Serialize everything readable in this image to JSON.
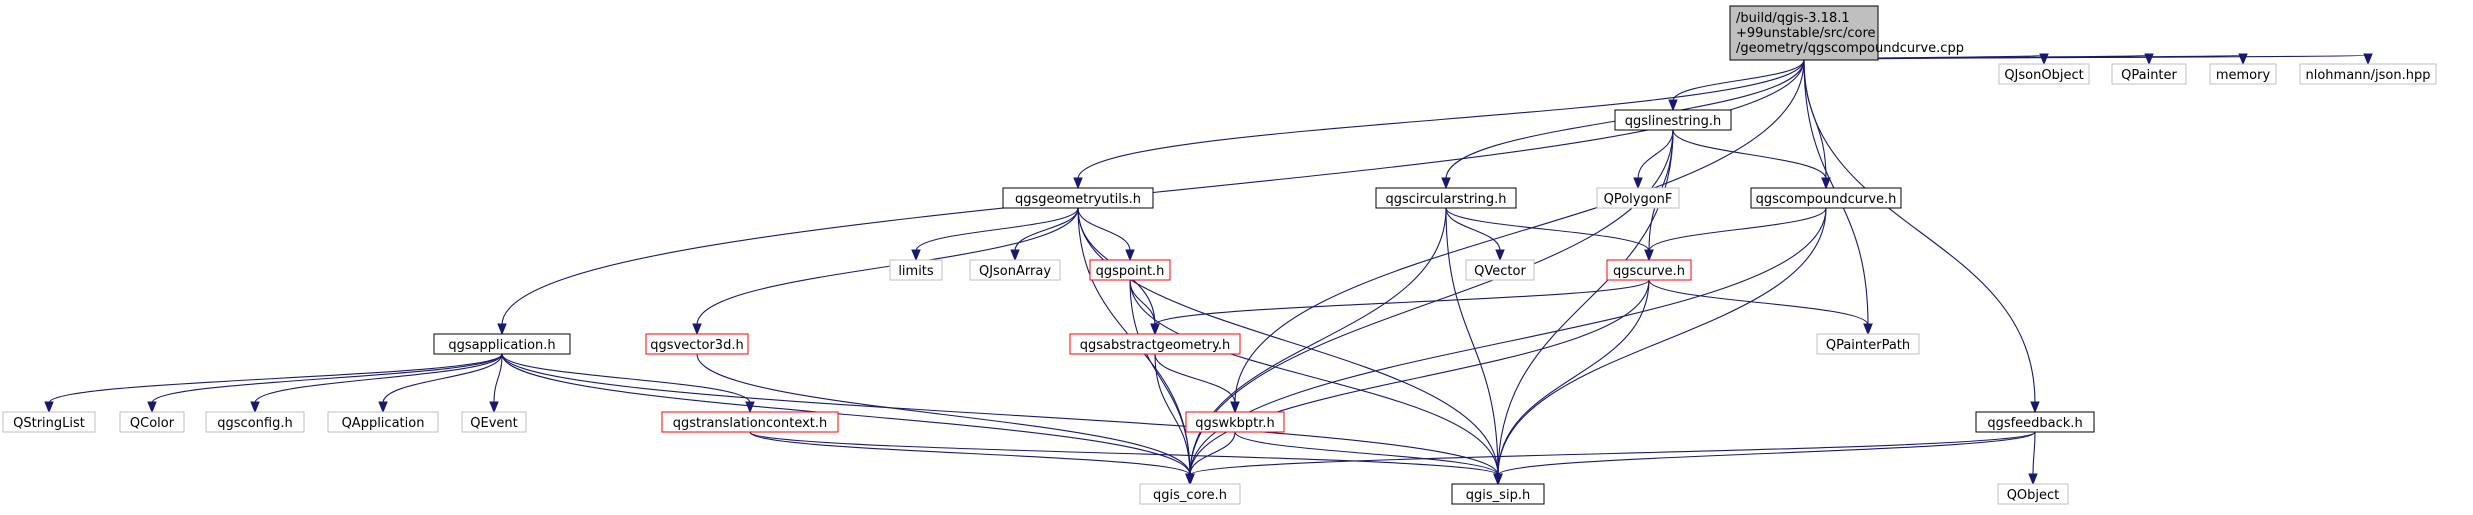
{
  "diagram": {
    "title_lines": [
      "/build/qgis-3.18.1",
      "+99unstable/src/core",
      "/geometry/qgscompoundcurve.cpp"
    ],
    "colors": {
      "edge": "#191970",
      "root_fill": "#bfbfbf",
      "black_border": "#000000",
      "red_border": "#ff0000",
      "gray_border": "#bfbfbf",
      "node_fill": "#ffffff"
    },
    "nodes": [
      {
        "id": "root",
        "label": "",
        "style": "root"
      },
      {
        "id": "qgslinestring",
        "label": "qgslinestring.h",
        "style": "black"
      },
      {
        "id": "qgsgeometryutils",
        "label": "qgsgeometryutils.h",
        "style": "black"
      },
      {
        "id": "qgscircularstring",
        "label": "qgscircularstring.h",
        "style": "black"
      },
      {
        "id": "qgscompoundcurve",
        "label": "qgscompoundcurve.h",
        "style": "black"
      },
      {
        "id": "qgsapplication",
        "label": "qgsapplication.h",
        "style": "black"
      },
      {
        "id": "qgsfeedback",
        "label": "qgsfeedback.h",
        "style": "black"
      },
      {
        "id": "qgis_sip",
        "label": "qgis_sip.h",
        "style": "black"
      },
      {
        "id": "qgscurve",
        "label": "qgscurve.h",
        "style": "red"
      },
      {
        "id": "qgspoint",
        "label": "qgspoint.h",
        "style": "red"
      },
      {
        "id": "qgsvector3d",
        "label": "qgsvector3d.h",
        "style": "red"
      },
      {
        "id": "qgsabstractgeometry",
        "label": "qgsabstractgeometry.h",
        "style": "red"
      },
      {
        "id": "qgswkbptr",
        "label": "qgswkbptr.h",
        "style": "red"
      },
      {
        "id": "qgstranslationcontext",
        "label": "qgstranslationcontext.h",
        "style": "red"
      },
      {
        "id": "qjsonobject",
        "label": "QJsonObject",
        "style": "gray"
      },
      {
        "id": "qpainter",
        "label": "QPainter",
        "style": "gray"
      },
      {
        "id": "memory",
        "label": "memory",
        "style": "gray"
      },
      {
        "id": "nlohmann",
        "label": "nlohmann/json.hpp",
        "style": "gray"
      },
      {
        "id": "qpolygonf",
        "label": "QPolygonF",
        "style": "gray"
      },
      {
        "id": "limits",
        "label": "limits",
        "style": "gray"
      },
      {
        "id": "qjsonarray",
        "label": "QJsonArray",
        "style": "gray"
      },
      {
        "id": "qvector",
        "label": "QVector",
        "style": "gray"
      },
      {
        "id": "qpainterpath",
        "label": "QPainterPath",
        "style": "gray"
      },
      {
        "id": "qstringlist",
        "label": "QStringList",
        "style": "gray"
      },
      {
        "id": "qcolor",
        "label": "QColor",
        "style": "gray"
      },
      {
        "id": "qgsconfig",
        "label": "qgsconfig.h",
        "style": "gray"
      },
      {
        "id": "qapplication",
        "label": "QApplication",
        "style": "gray"
      },
      {
        "id": "qevent",
        "label": "QEvent",
        "style": "gray"
      },
      {
        "id": "qgis_core",
        "label": "qgis_core.h",
        "style": "gray"
      },
      {
        "id": "qobject",
        "label": "QObject",
        "style": "gray"
      }
    ],
    "edges": [
      [
        "root",
        "qgslinestring"
      ],
      [
        "root",
        "qgsgeometryutils"
      ],
      [
        "root",
        "qgscircularstring"
      ],
      [
        "root",
        "qgscompoundcurve"
      ],
      [
        "root",
        "qgsapplication"
      ],
      [
        "root",
        "qgswkbptr"
      ],
      [
        "root",
        "qgsfeedback"
      ],
      [
        "root",
        "qpainterpath"
      ],
      [
        "root",
        "qjsonobject"
      ],
      [
        "root",
        "qpainter"
      ],
      [
        "root",
        "memory"
      ],
      [
        "root",
        "nlohmann"
      ],
      [
        "qgslinestring",
        "qpolygonf"
      ],
      [
        "qgslinestring",
        "qgscompoundcurve"
      ],
      [
        "qgslinestring",
        "qgscurve"
      ],
      [
        "qgslinestring",
        "qgis_core"
      ],
      [
        "qgslinestring",
        "qgis_sip"
      ],
      [
        "qgsgeometryutils",
        "limits"
      ],
      [
        "qgsgeometryutils",
        "qjsonarray"
      ],
      [
        "qgsgeometryutils",
        "qgspoint"
      ],
      [
        "qgsgeometryutils",
        "qgsvector3d"
      ],
      [
        "qgsgeometryutils",
        "qgsabstractgeometry"
      ],
      [
        "qgsgeometryutils",
        "qgis_core"
      ],
      [
        "qgsgeometryutils",
        "qgis_sip"
      ],
      [
        "qgscircularstring",
        "qvector"
      ],
      [
        "qgscircularstring",
        "qgscurve"
      ],
      [
        "qgscircularstring",
        "qgis_core"
      ],
      [
        "qgscircularstring",
        "qgis_sip"
      ],
      [
        "qgscompoundcurve",
        "qgscurve"
      ],
      [
        "qgscompoundcurve",
        "qgis_core"
      ],
      [
        "qgscompoundcurve",
        "qgis_sip"
      ],
      [
        "qgscurve",
        "qpainterpath"
      ],
      [
        "qgscurve",
        "qgsabstractgeometry"
      ],
      [
        "qgscurve",
        "qgis_core"
      ],
      [
        "qgscurve",
        "qgis_sip"
      ],
      [
        "qgspoint",
        "qgsabstractgeometry"
      ],
      [
        "qgspoint",
        "qgis_core"
      ],
      [
        "qgspoint",
        "qgis_sip"
      ],
      [
        "qgsabstractgeometry",
        "qgswkbptr"
      ],
      [
        "qgsabstractgeometry",
        "qgis_core"
      ],
      [
        "qgswkbptr",
        "qgis_core"
      ],
      [
        "qgswkbptr",
        "qgis_sip"
      ],
      [
        "qgsvector3d",
        "qgis_core"
      ],
      [
        "qgsapplication",
        "qstringlist"
      ],
      [
        "qgsapplication",
        "qcolor"
      ],
      [
        "qgsapplication",
        "qgsconfig"
      ],
      [
        "qgsapplication",
        "qapplication"
      ],
      [
        "qgsapplication",
        "qevent"
      ],
      [
        "qgsapplication",
        "qgstranslationcontext"
      ],
      [
        "qgsapplication",
        "qgis_core"
      ],
      [
        "qgsapplication",
        "qgis_sip"
      ],
      [
        "qgstranslationcontext",
        "qgis_core"
      ],
      [
        "qgstranslationcontext",
        "qgis_sip"
      ],
      [
        "qgsfeedback",
        "qobject"
      ],
      [
        "qgsfeedback",
        "qgis_core"
      ],
      [
        "qgsfeedback",
        "qgis_sip"
      ]
    ]
  }
}
